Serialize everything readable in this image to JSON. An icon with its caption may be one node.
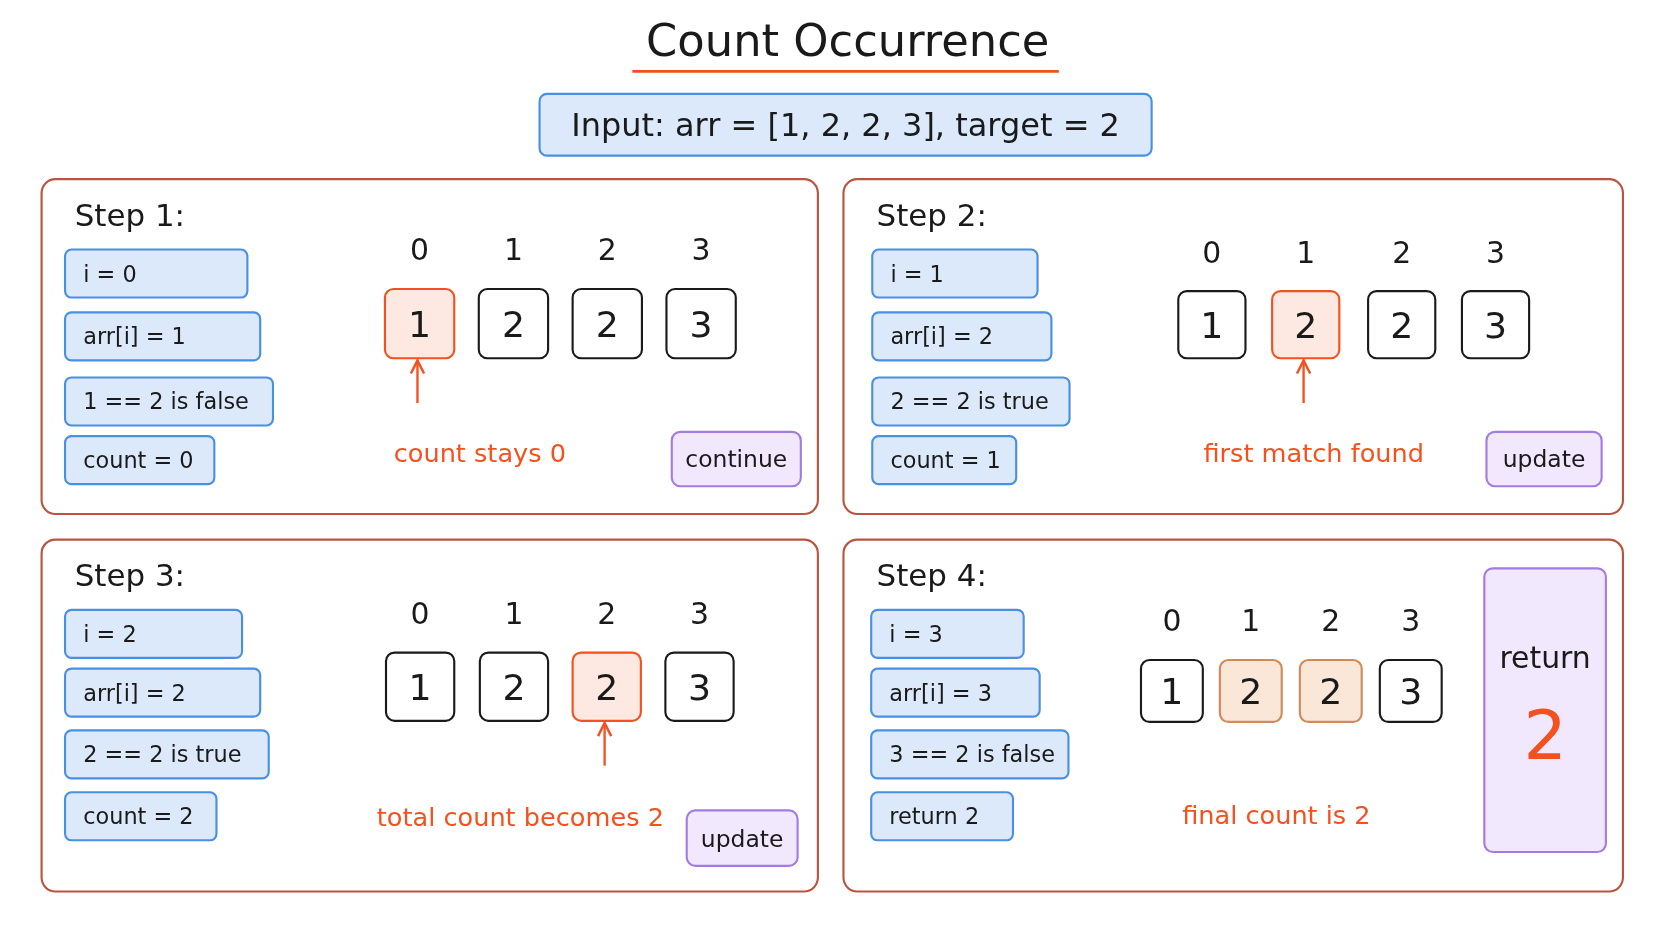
{
  "diagram": {
    "title": "Count Occurrence",
    "nodes": [
      {
        "text": [
          "Input: arr = [1, 2, 2, 3], target = 2"
        ]
      },
      {
        "text": [
          "Step 1:"
        ]
      },
      {
        "text": [
          "i = 0"
        ],
        "in": 1
      },
      {
        "text": [
          "arr[i] = 1"
        ],
        "in": 1
      },
      {
        "text": [
          "1 == 2 is false"
        ],
        "in": 1
      },
      {
        "text": [
          "count = 0"
        ],
        "in": 1
      },
      {
        "text": [
          "1"
        ],
        "beside": [
          "0"
        ],
        "in": 1
      },
      {
        "text": [
          "2"
        ],
        "beside": [
          "1"
        ],
        "in": 1
      },
      {
        "text": [
          "2"
        ],
        "beside": [
          "2"
        ],
        "in": 1
      },
      {
        "text": [
          "3"
        ],
        "beside": [
          "3"
        ],
        "in": 1
      },
      {
        "text": [
          "continue"
        ],
        "in": 1
      },
      {
        "text": [
          "Step 2:"
        ]
      },
      {
        "text": [
          "i = 1"
        ],
        "in": 11
      },
      {
        "text": [
          "arr[i] = 2"
        ],
        "in": 11
      },
      {
        "text": [
          "2 == 2 is true"
        ],
        "in": 11
      },
      {
        "text": [
          "count = 1"
        ],
        "in": 11
      },
      {
        "text": [
          "1"
        ],
        "beside": [
          "0"
        ],
        "in": 11
      },
      {
        "text": [
          "2"
        ],
        "beside": [
          "1"
        ],
        "in": 11
      },
      {
        "text": [
          "2"
        ],
        "beside": [
          "2"
        ],
        "in": 11
      },
      {
        "text": [
          "3"
        ],
        "beside": [
          "3"
        ],
        "in": 11
      },
      {
        "text": [
          "update"
        ],
        "in": 11
      },
      {
        "text": [
          "Step 3:"
        ]
      },
      {
        "text": [
          "i = 2"
        ],
        "in": 21
      },
      {
        "text": [
          "arr[i] = 2"
        ],
        "in": 21
      },
      {
        "text": [
          "2 == 2 is true"
        ],
        "in": 21
      },
      {
        "text": [
          "count = 2"
        ],
        "in": 21
      },
      {
        "text": [
          "1"
        ],
        "beside": [
          "0"
        ],
        "in": 21
      },
      {
        "text": [
          "2"
        ],
        "beside": [
          "1"
        ],
        "in": 21
      },
      {
        "text": [
          "2"
        ],
        "beside": [
          "2"
        ],
        "in": 21
      },
      {
        "text": [
          "3"
        ],
        "beside": [
          "3"
        ],
        "in": 21
      },
      {
        "text": [
          "update"
        ],
        "in": 21
      },
      {
        "text": [
          "Step 4:"
        ]
      },
      {
        "text": [
          "i = 3"
        ],
        "in": 31
      },
      {
        "text": [
          "arr[i] = 3"
        ],
        "in": 31
      },
      {
        "text": [
          "3 == 2 is false"
        ],
        "in": 31
      },
      {
        "text": [
          "return 2"
        ],
        "in": 31
      },
      {
        "text": [
          "1"
        ],
        "beside": [
          "0"
        ],
        "in": 31
      },
      {
        "text": [
          "2"
        ],
        "beside": [
          "1"
        ],
        "in": 31
      },
      {
        "text": [
          "2"
        ],
        "beside": [
          "2"
        ],
        "in": 31
      },
      {
        "text": [
          "3"
        ],
        "beside": [
          "3"
        ],
        "in": 31
      },
      {
        "text": [
          "return",
          "2"
        ],
        "in": 31
      }
    ],
    "edges": [
      {
        "from": null,
        "to": 6,
        "arrow": "to"
      },
      {
        "from": null,
        "to": 17,
        "arrow": "to"
      },
      {
        "from": null,
        "to": 28,
        "arrow": "to"
      }
    ],
    "labels": [
      "count stays 0",
      "first match found",
      "total count becomes 2",
      "final count is 2"
    ]
  }
}
